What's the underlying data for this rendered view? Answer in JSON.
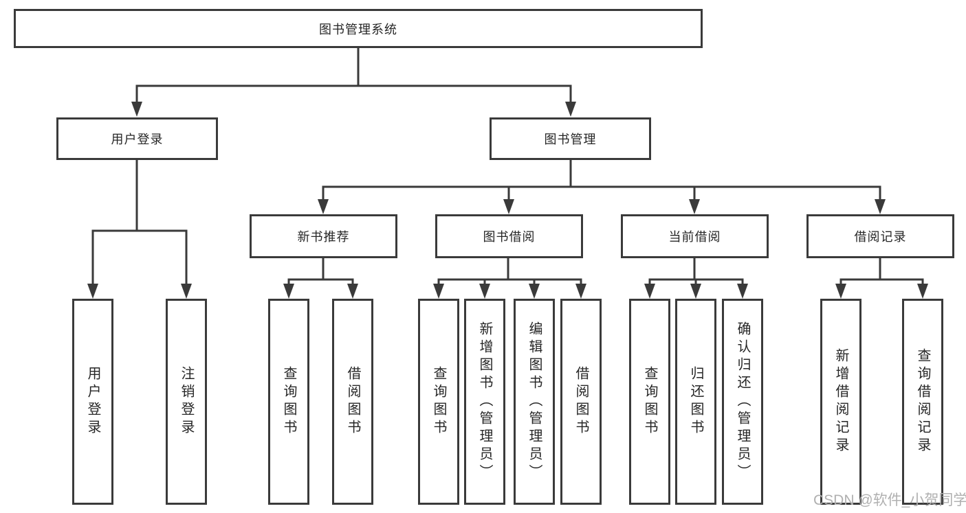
{
  "diagram": {
    "type": "hierarchy-tree",
    "colors": {
      "line": "#3a3a3a",
      "text": "#262626",
      "watermark": "#b0b0b0",
      "background": "#ffffff"
    }
  },
  "tree": {
    "root": {
      "label": "图书管理系统"
    },
    "level2": [
      {
        "label": "用户登录",
        "parent": "图书管理系统"
      },
      {
        "label": "图书管理",
        "parent": "图书管理系统"
      }
    ],
    "level3": [
      {
        "label": "新书推荐",
        "parent": "图书管理"
      },
      {
        "label": "图书借阅",
        "parent": "图书管理"
      },
      {
        "label": "当前借阅",
        "parent": "图书管理"
      },
      {
        "label": "借阅记录",
        "parent": "图书管理"
      }
    ],
    "leaves": [
      {
        "label": "用户登录",
        "parent": "用户登录"
      },
      {
        "label": "注销登录",
        "parent": "用户登录"
      },
      {
        "label": "查询图书",
        "parent": "新书推荐"
      },
      {
        "label": "借阅图书",
        "parent": "新书推荐"
      },
      {
        "label": "查询图书",
        "parent": "图书借阅"
      },
      {
        "label": "新增图书（管理员）",
        "parent": "图书借阅"
      },
      {
        "label": "编辑图书（管理员）",
        "parent": "图书借阅"
      },
      {
        "label": "借阅图书",
        "parent": "图书借阅"
      },
      {
        "label": "查询图书",
        "parent": "当前借阅"
      },
      {
        "label": "归还图书",
        "parent": "当前借阅"
      },
      {
        "label": "确认归还（管理员）",
        "parent": "当前借阅"
      },
      {
        "label": "新增借阅记录",
        "parent": "借阅记录"
      },
      {
        "label": "查询借阅记录",
        "parent": "借阅记录"
      }
    ]
  },
  "watermark": "CSDN @软件_小贺同学"
}
